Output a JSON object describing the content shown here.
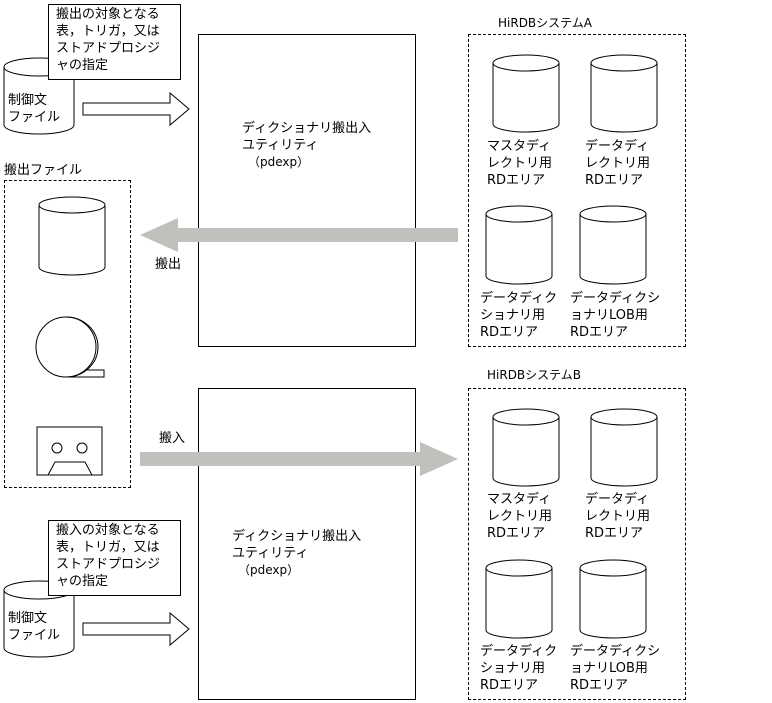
{
  "control_file": {
    "label": "制御文\nファイル",
    "note_export": "搬出の対象となる\n表，トリガ，又は\nストアドプロシジ\nャの指定",
    "note_import": "搬入の対象となる\n表，トリガ，又は\nストアドプロシジ\nャの指定"
  },
  "utility": {
    "name": "ディクショナリ搬出入\nユティリティ",
    "command": "（pdexp）"
  },
  "export_file": {
    "title": "搬出ファイル"
  },
  "flows": {
    "export": "搬出",
    "import": "搬入"
  },
  "system_a": {
    "title": "HiRDBシステムA",
    "areas": [
      "マスタディ\nレクトリ用\nRDエリア",
      "データディ\nレクトリ用\nRDエリア",
      "データディク\nショナリ用\nRDエリア",
      "データディクシ\nョナリLOB用\nRDエリア"
    ]
  },
  "system_b": {
    "title": "HiRDBシステムB",
    "areas": [
      "マスタディ\nレクトリ用\nRDエリア",
      "データディ\nレクトリ用\nRDエリア",
      "データディク\nショナリ用\nRDエリア",
      "データディクシ\nョナリLOB用\nRDエリア"
    ]
  },
  "colors": {
    "flow_arrow": "#c0c0bc",
    "line": "#000000"
  }
}
